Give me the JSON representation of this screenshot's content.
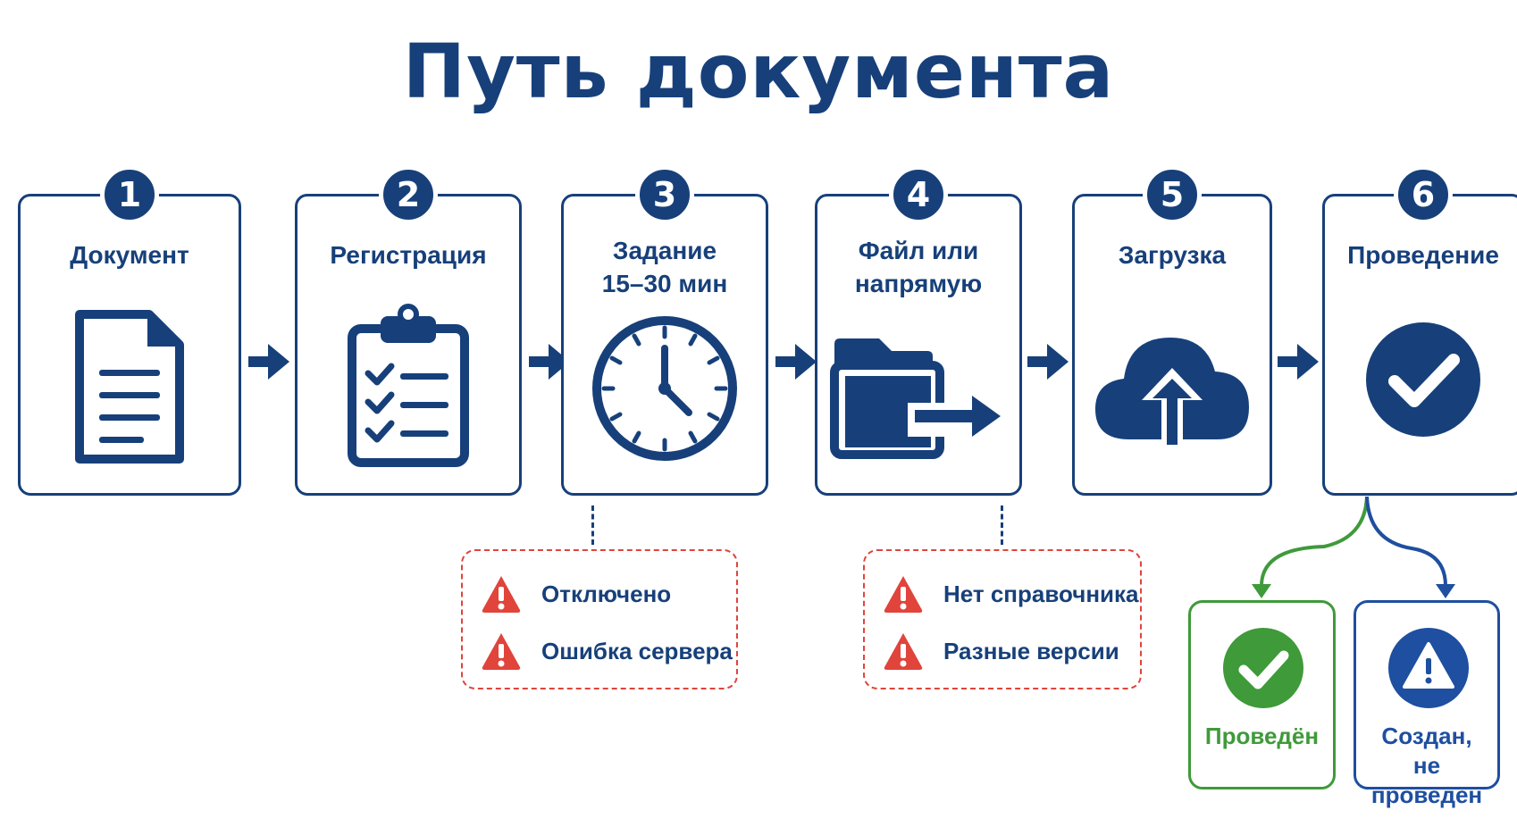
{
  "title": "Путь документа",
  "colors": {
    "primary": "#17407a",
    "error": "#e0443b",
    "success": "#3f9a3a",
    "info": "#1e4fa0"
  },
  "steps": [
    {
      "number": "1",
      "label": [
        "Документ"
      ],
      "icon": "document-icon"
    },
    {
      "number": "2",
      "label": [
        "Регистрация"
      ],
      "icon": "clipboard-checklist-icon"
    },
    {
      "number": "3",
      "label": [
        "Задание",
        "15–30 мин"
      ],
      "icon": "clock-icon"
    },
    {
      "number": "4",
      "label": [
        "Файл или",
        "напрямую"
      ],
      "icon": "folder-arrow-icon"
    },
    {
      "number": "5",
      "label": [
        "Загрузка"
      ],
      "icon": "cloud-upload-icon"
    },
    {
      "number": "6",
      "label": [
        "Проведение"
      ],
      "icon": "check-circle-icon"
    }
  ],
  "errors": [
    {
      "step": "3",
      "icon": "warning-icon",
      "items": [
        "Отключено",
        "Ошибка сервера"
      ]
    },
    {
      "step": "4",
      "icon": "warning-icon",
      "items": [
        "Нет справочника",
        "Разные версии"
      ]
    }
  ],
  "outcomes": [
    {
      "label": [
        "Проведён"
      ],
      "icon": "check-circle-icon",
      "status": "success"
    },
    {
      "label": [
        "Создан,",
        "не проведён"
      ],
      "icon": "warning-circle-icon",
      "status": "info"
    }
  ]
}
